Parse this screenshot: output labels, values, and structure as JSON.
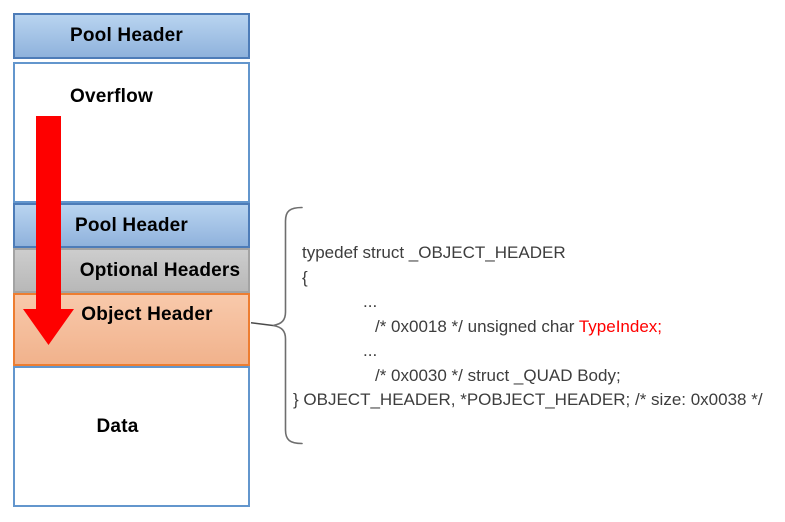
{
  "diagram": {
    "blocks": [
      {
        "id": "pool-header-1",
        "label": "Pool Header",
        "style": "blue"
      },
      {
        "id": "overflow",
        "label": "Overflow",
        "style": "white"
      },
      {
        "id": "pool-header-2",
        "label": "Pool Header",
        "style": "blue"
      },
      {
        "id": "optional-headers",
        "label": "Optional Headers",
        "style": "gray"
      },
      {
        "id": "object-header",
        "label": "Object Header",
        "style": "orange"
      },
      {
        "id": "data",
        "label": "Data",
        "style": "white"
      }
    ],
    "arrow": {
      "name": "overflow-down-arrow",
      "direction": "down",
      "color": "#fe0000"
    },
    "brace": {
      "name": "curly-brace",
      "points_to": "object-header",
      "color": "#6e6e6e"
    },
    "colors": {
      "blue_fill_top": "#b9d4f0",
      "blue_fill_bottom": "#8fb2dc",
      "blue_border": "#4d7cb8",
      "white_box_border": "#6396cd",
      "gray_fill_top": "#cdcdcd",
      "gray_fill_bottom": "#b8b8b8",
      "gray_border": "#a3a3a3",
      "orange_fill_top": "#f8c9ab",
      "orange_fill_bottom": "#f1b28c",
      "orange_border": "#ed7d31",
      "arrow_red": "#fe0000",
      "code_text": "#3d3d3d",
      "code_highlight": "#ff0000"
    }
  },
  "code": {
    "highlight_color": "#ff0000",
    "lines": [
      {
        "indent": "head",
        "segments": [
          {
            "text": "typedef struct _OBJECT_HEADER"
          }
        ]
      },
      {
        "indent": "head",
        "segments": [
          {
            "text": "{"
          }
        ]
      },
      {
        "indent": "dots",
        "segments": [
          {
            "text": "..."
          }
        ]
      },
      {
        "indent": "field",
        "segments": [
          {
            "text": "/* 0x0018 */ unsigned char "
          },
          {
            "text": "TypeIndex;",
            "red": true
          }
        ]
      },
      {
        "indent": "dots",
        "segments": [
          {
            "text": "..."
          }
        ]
      },
      {
        "indent": "field",
        "segments": [
          {
            "text": "/* 0x0030 */ struct _QUAD Body;"
          }
        ]
      },
      {
        "indent": "close",
        "segments": [
          {
            "text": "} OBJECT_HEADER, *POBJECT_HEADER; /* size: 0x0038 */"
          }
        ]
      }
    ]
  }
}
